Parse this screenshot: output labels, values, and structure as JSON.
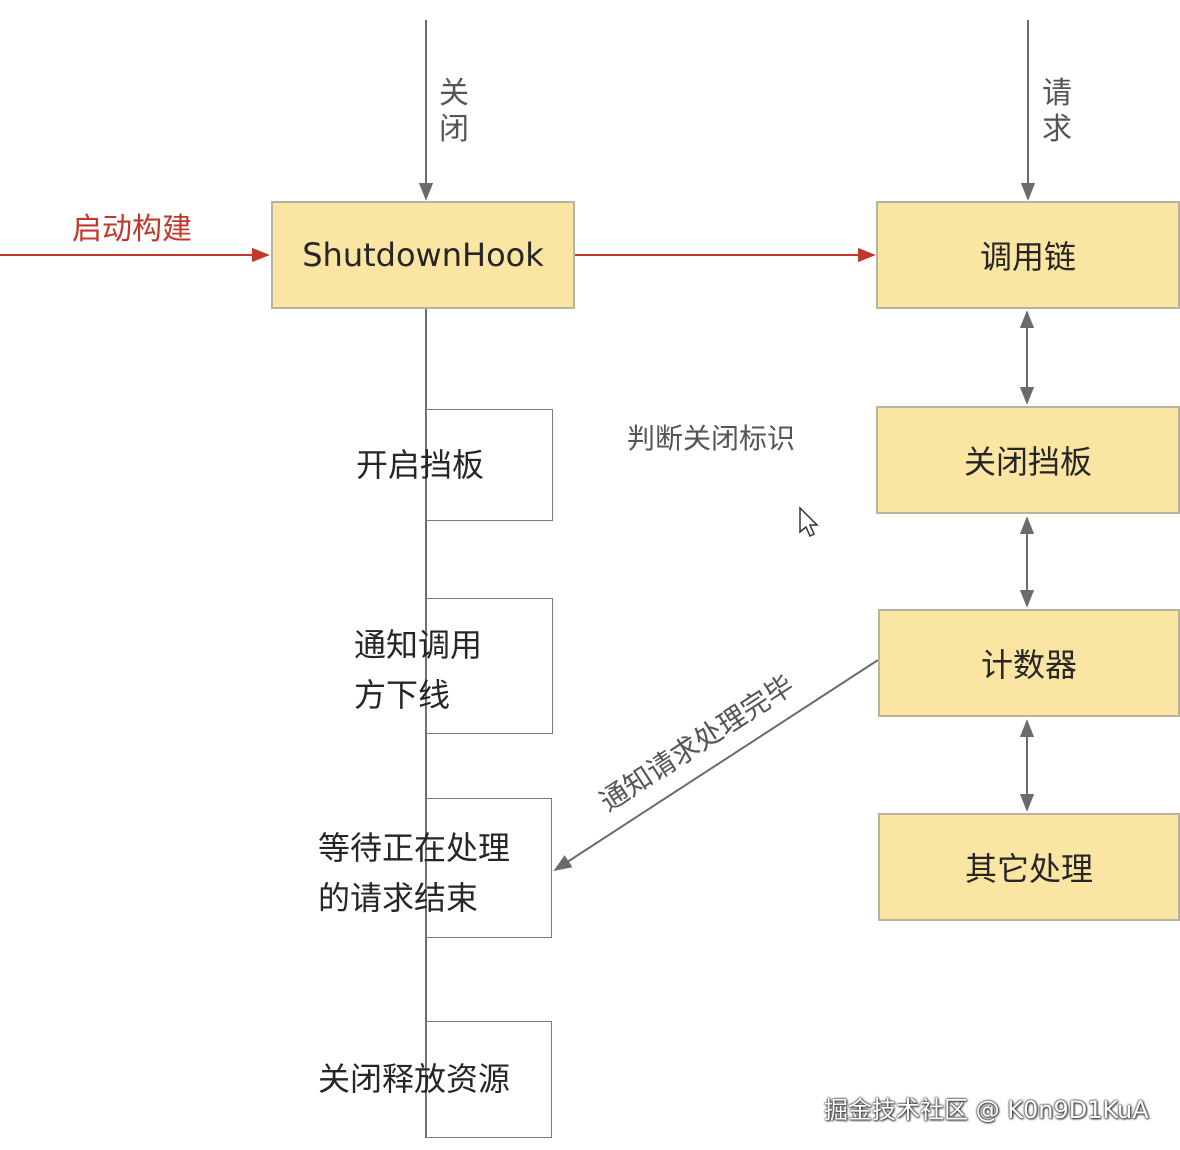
{
  "diagram": {
    "left_column": {
      "input_label": "关\n闭",
      "start_label": "启动构建",
      "hook_box": "ShutdownHook",
      "steps": [
        "开启挡板",
        "通知调用\n方下线",
        "等待正在处理\n的请求结束",
        "关闭释放资源"
      ]
    },
    "right_column": {
      "input_label": "请\n求",
      "boxes": [
        "调用链",
        "关闭挡板",
        "计数器",
        "其它处理"
      ],
      "check_label": "判断关闭标识"
    },
    "notify_label": "通知请求处理完毕",
    "watermark": "掘金技术社区 @ K0n9D1KuA",
    "colors": {
      "box_fill": "#fbe5a3",
      "start_arrow": "#c0392b",
      "start_text": "#c0392b",
      "line": "#6b6b6b"
    }
  }
}
